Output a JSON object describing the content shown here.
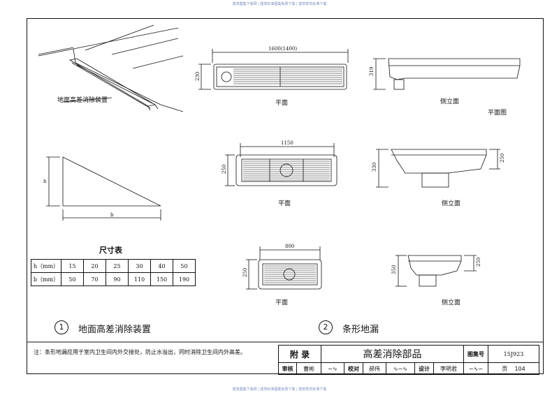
{
  "watermark_top": "建筑图集下载网 | 建筑标准图集免费下载 | 建筑规范标准下载",
  "watermark_bottom": "建筑图集下载网 | 建筑标准图集免费下载 | 建筑规范标准下载",
  "callout_device": "地面高差消除装置",
  "dims": {
    "top_width": "1600(1400)",
    "top_height": "230",
    "top_side_height": "319",
    "mid_width": "1150",
    "mid_height": "250",
    "mid_side_h1": "330",
    "mid_side_h2": "250",
    "bot_width": "800",
    "bot_height": "250",
    "bot_side_h1": "350",
    "bot_side_h2": "250",
    "tri_h": "h",
    "tri_b": "b"
  },
  "labels": {
    "plan": "平面",
    "side": "侧立面",
    "plan_figure": "平面图"
  },
  "size_table": {
    "title": "尺寸表",
    "rows": [
      {
        "head": "h（mm）",
        "vals": [
          "15",
          "20",
          "25",
          "30",
          "40",
          "50"
        ]
      },
      {
        "head": "b（mm）",
        "vals": [
          "50",
          "70",
          "90",
          "110",
          "150",
          "190"
        ]
      }
    ]
  },
  "captions": {
    "c1_num": "1",
    "c1_text": "地面高差消除装置",
    "c2_num": "2",
    "c2_text": "条形地漏"
  },
  "note": "注：条形地漏应用于室内卫生间内外交接处，防止水溢出，同时消除卫生间内外高差。",
  "title_block": {
    "appendix": "附 录",
    "title": "高差消除部品",
    "atlas_label": "图集号",
    "atlas_no": "15J923",
    "review": "审核",
    "reviewer": "曹彬",
    "check": "校对",
    "checker": "郝伟",
    "design": "设计",
    "designer": "李明君",
    "page_label": "页",
    "page_no": "104"
  }
}
